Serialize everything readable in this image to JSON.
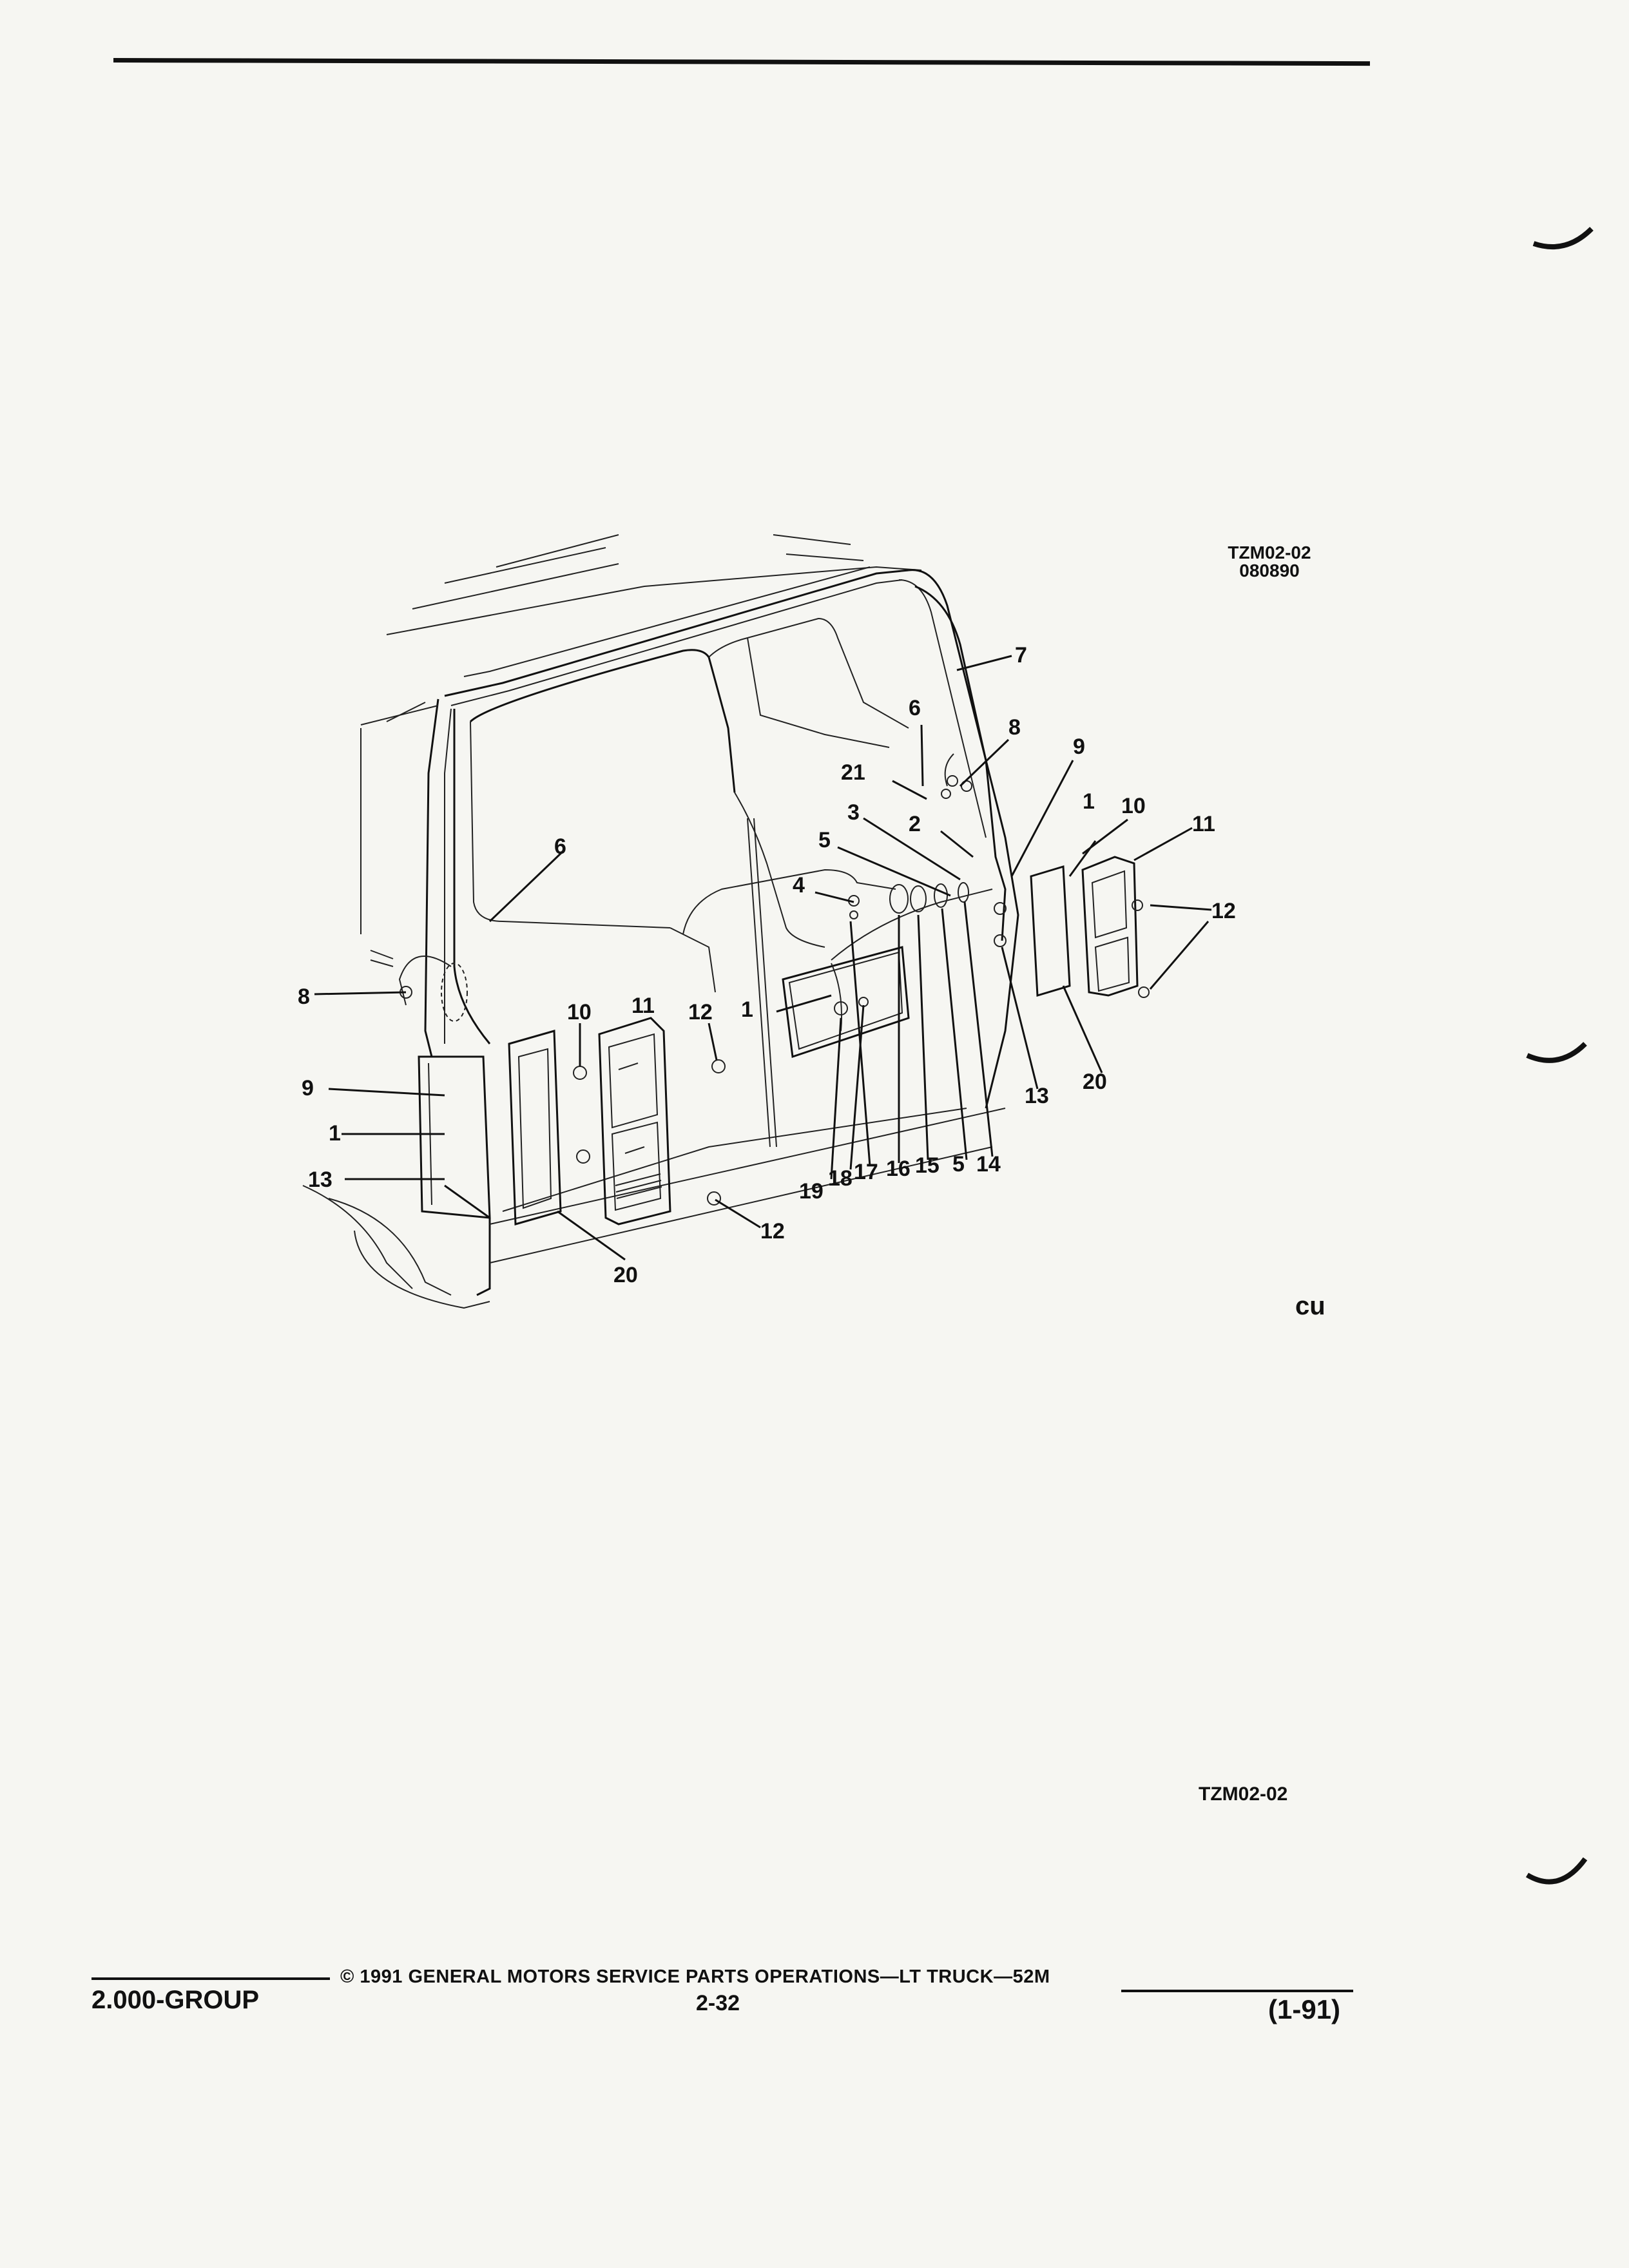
{
  "figure": {
    "id": "TZM02-02",
    "date": "080890",
    "footer_id": "TZM02-02"
  },
  "callouts": {
    "c7": "7",
    "c6a": "6",
    "c8a": "8",
    "c9a": "9",
    "c21": "21",
    "c3": "3",
    "c2": "2",
    "c1a": "1",
    "c10a": "10",
    "c11a": "11",
    "c5a": "5",
    "c4": "4",
    "c6b": "6",
    "c12a": "12",
    "c8b": "8",
    "c10b": "10",
    "c11b": "11",
    "c12b": "12",
    "c1b": "1",
    "c9b": "9",
    "c1c": "1",
    "c13a": "13",
    "c19": "19",
    "c18": "18",
    "c17": "17",
    "c16": "16",
    "c15": "15",
    "c5b": "5",
    "c14": "14",
    "c13b": "13",
    "c20a": "20",
    "c12c": "12",
    "c20b": "20"
  },
  "corner_mark": "cu",
  "footer": {
    "group": "2.000-GROUP",
    "copyright": "© 1991 GENERAL MOTORS SERVICE PARTS OPERATIONS—LT TRUCK—52M",
    "page": "2-32",
    "date_code": "(1-91)"
  }
}
